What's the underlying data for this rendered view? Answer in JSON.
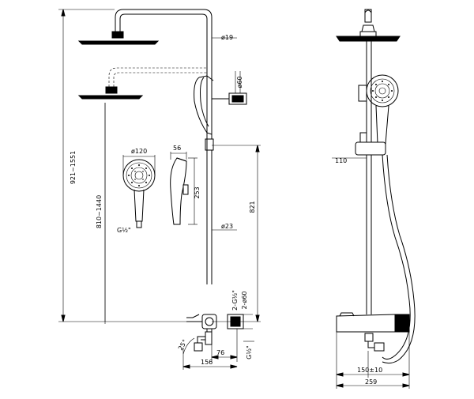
{
  "dimensions": {
    "d19": "ø19",
    "d60_top": "ø60",
    "d120": "ø120",
    "w56": "56",
    "h253": "253",
    "g_half_hand": "G½\"",
    "h810_1440": "810~1440",
    "h921_1551": "921~1551",
    "h821": "821",
    "d23": "ø23",
    "g2_half": "2-G½\"",
    "d2_60": "2-ø60",
    "angle25": "25°",
    "g_half_spout": "G½\"",
    "w76": "76",
    "w156": "156",
    "w110": "110",
    "w150": "150±10",
    "w259": "259"
  },
  "colors": {
    "line": "#000000",
    "background": "#ffffff"
  }
}
